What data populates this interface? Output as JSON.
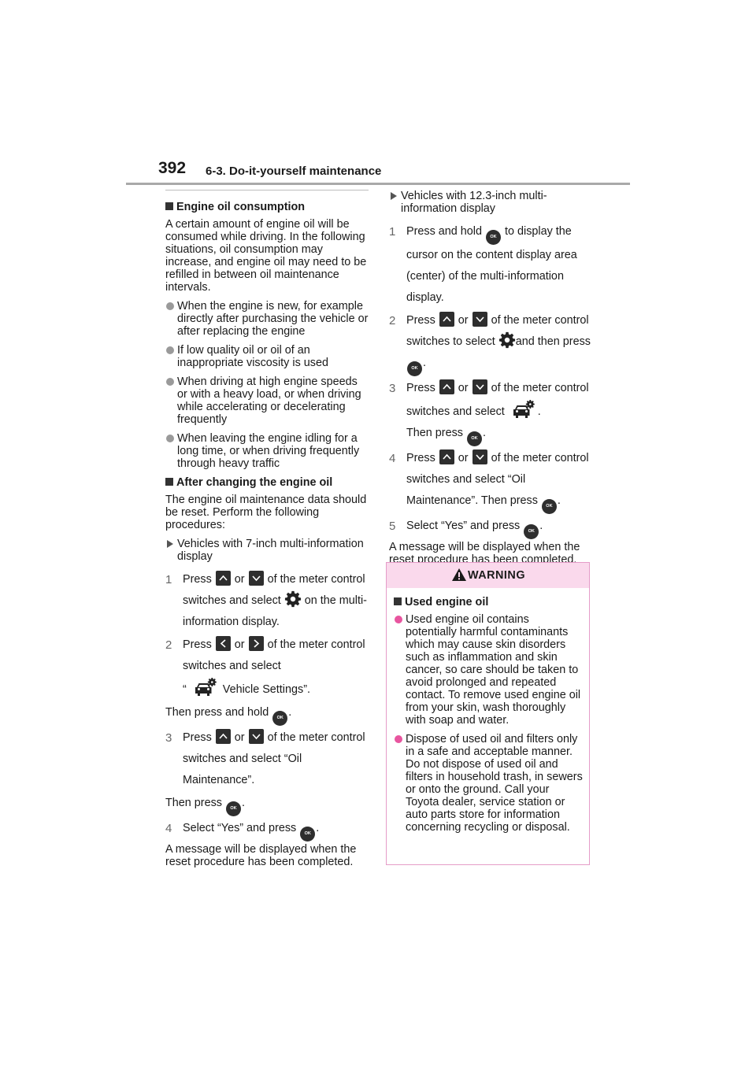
{
  "header": {
    "page_number": "392",
    "section": "6-3. Do-it-yourself maintenance"
  },
  "left": {
    "oil_consumption": {
      "heading": "Engine oil consumption",
      "intro": "A certain amount of engine oil will be consumed while driving. In the following situations, oil consumption may increase, and engine oil may need to be refilled in between oil maintenance intervals.",
      "bullets": [
        "When the engine is new, for example directly after purchasing the vehicle or after replacing the engine",
        "If low quality oil or oil of an inappropriate viscosity is used",
        "When driving at high engine speeds or with a heavy load, or when driving while accelerating or decelerating frequently",
        "When leaving the engine idling for a long time, or when driving frequently through heavy traffic"
      ]
    },
    "after_change": {
      "heading": "After changing the engine oil",
      "intro": "The engine oil maintenance data should be reset. Perform the following procedures:",
      "variant": "Vehicles with 7-inch multi-information display",
      "step1": {
        "num": "1",
        "a": "Press",
        "or": "or",
        "b": "of the meter control switches and select",
        "c": "on the multi- information display."
      },
      "step2": {
        "num": "2",
        "a": "Press",
        "or": "or",
        "b": "of the meter control switches and select",
        "q_open": "“",
        "c": "Vehicle Settings”."
      },
      "then_hold": {
        "a": "Then press and hold",
        "b": "."
      },
      "step3": {
        "num": "3",
        "a": "Press",
        "or": "or",
        "b": "of the meter control switches and select “Oil Maintenance”."
      },
      "then_press": {
        "a": "Then press",
        "b": "."
      },
      "step4": {
        "num": "4",
        "a": "Select “Yes” and press",
        "b": "."
      },
      "outro": "A message will be displayed when the reset procedure has been completed."
    }
  },
  "right": {
    "variant": "Vehicles with 12.3-inch multi-information display",
    "step1": {
      "num": "1",
      "a": "Press and hold",
      "b": "to display the cursor on the content display area (center) of the multi-information display."
    },
    "step2": {
      "num": "2",
      "a": "Press",
      "or": "or",
      "b": "of the meter control switches to select",
      "c": "and then press",
      "d": "."
    },
    "step3": {
      "num": "3",
      "a": "Press",
      "or": "or",
      "b": "of the meter control switches and select",
      "c": ".",
      "d": "Then press",
      "e": "."
    },
    "step4": {
      "num": "4",
      "a": "Press",
      "or": "or",
      "b": "of the meter control switches and select “Oil Maintenance”. Then press",
      "c": "."
    },
    "step5": {
      "num": "5",
      "a": "Select “Yes” and press",
      "b": "."
    },
    "outro": "A message will be displayed when the reset procedure has been completed."
  },
  "warning": {
    "title": "WARNING",
    "heading": "Used engine oil",
    "bullets": [
      "Used engine oil contains potentially harmful contaminants which may cause skin disorders such as inflammation and skin cancer, so care should be taken to avoid prolonged and repeated contact. To remove used engine oil from your skin, wash thoroughly with soap and water.",
      "Dispose of used oil and filters only in a safe and acceptable manner. Do not dispose of used oil and filters in household trash, in sewers or onto the ground. Call your Toyota dealer, service station or auto parts store for information concerning recycling or disposal."
    ]
  },
  "icons": {
    "ok_label": "OK",
    "up": "chevron-up-icon",
    "down": "chevron-down-icon",
    "left": "chevron-left-icon",
    "right": "chevron-right-icon",
    "settings": "gear-icon",
    "vehicle_settings": "car-gear-icon"
  },
  "colors": {
    "warning_fill": "#fad9ec",
    "warning_border": "#e59cc8",
    "warning_bullet": "#e8559f",
    "rule": "#a9a9a9"
  }
}
